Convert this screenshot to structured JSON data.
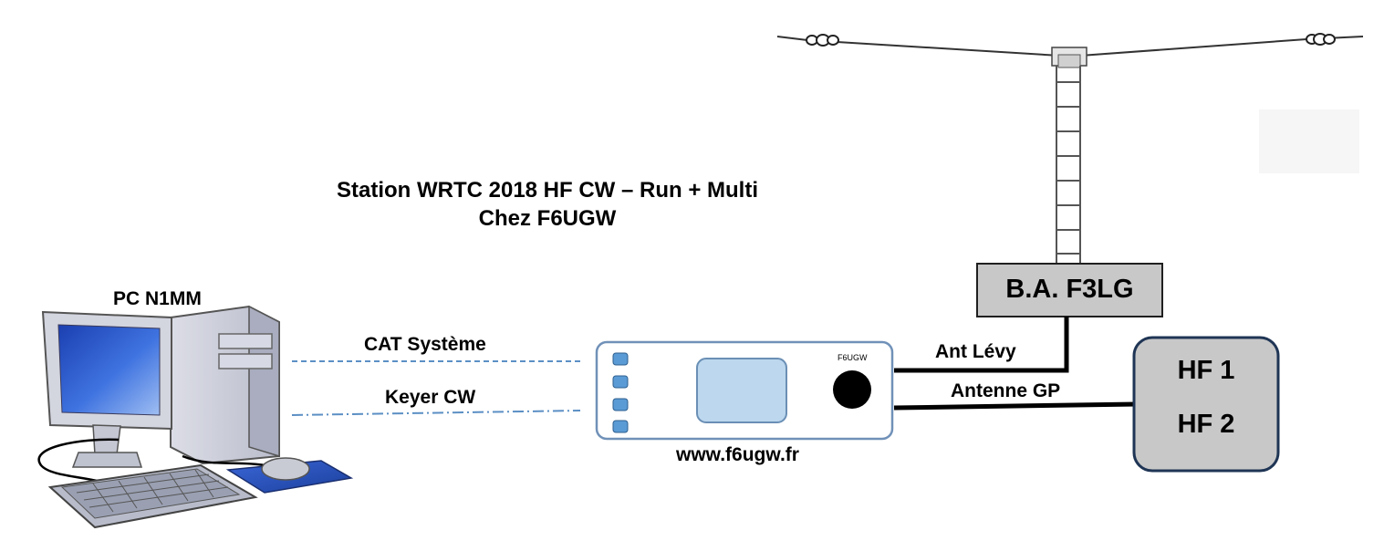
{
  "title": {
    "line1": "Station WRTC 2018 HF CW – Run + Multi",
    "line2": "Chez F6UGW"
  },
  "pc": {
    "label": "PC N1MM"
  },
  "links": {
    "cat": "CAT Système",
    "keyer": "Keyer CW"
  },
  "interface": {
    "brand": "F6UGW",
    "website": "www.f6ugw.fr"
  },
  "balun": {
    "label": "B.A. F3LG"
  },
  "feeds": {
    "levy": "Ant Lévy",
    "gp": "Antenne GP"
  },
  "radios": {
    "hf1": "HF 1",
    "hf2": "HF 2"
  },
  "colors": {
    "box_gray": "#c8c8c8",
    "box_border": "#1f3555",
    "dash_line": "#5b8fc4",
    "lcd": "#bcd7ee",
    "button": "#5b9bd5",
    "screen_blue": "#2a59c8"
  }
}
